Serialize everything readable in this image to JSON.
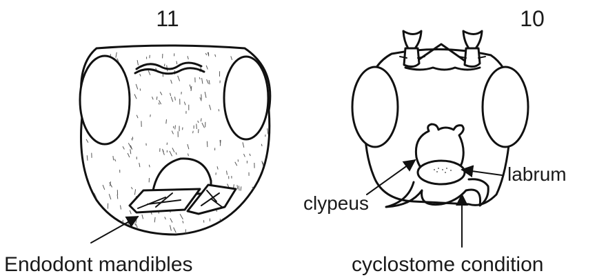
{
  "figures": [
    {
      "number": "11",
      "labels": {
        "mandibles": "Endodont mandibles"
      }
    },
    {
      "number": "10",
      "labels": {
        "labrum": "labrum",
        "clypeus": "clypeus",
        "condition": "cyclostome condition"
      }
    }
  ]
}
